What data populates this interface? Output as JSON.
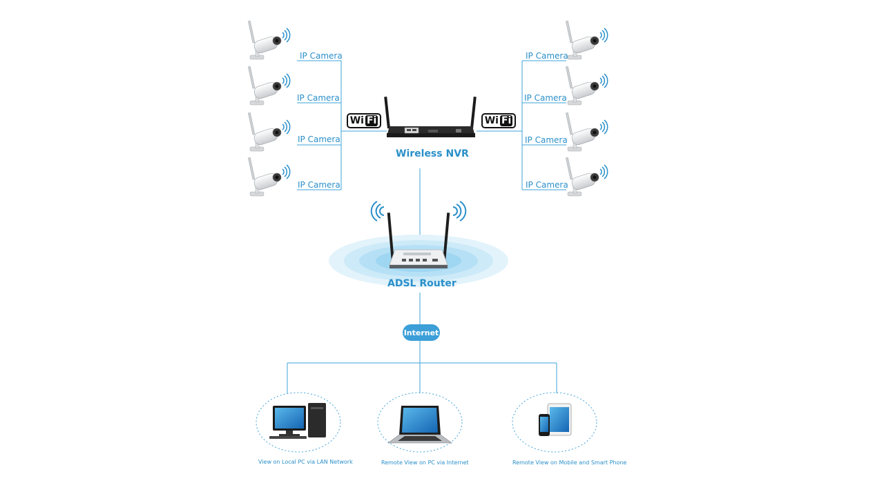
{
  "colors": {
    "accent": "#2a8fc9",
    "line": "#3ea3d9",
    "cloud": "#3c9fd8"
  },
  "cameras": {
    "left": [
      "IP Camera",
      "IP Camera",
      "IP Camera",
      "IP Camera"
    ],
    "right": [
      "IP Camera",
      "IP Camera",
      "IP Camera",
      "IP Camera"
    ]
  },
  "wifi_badge": {
    "left_text": "Wi",
    "right_text": "Fi"
  },
  "nvr": {
    "label": "Wireless NVR"
  },
  "router": {
    "label": "ADSL Router"
  },
  "internet": {
    "label": "Internet"
  },
  "views": [
    {
      "label": "View on Local PC via LAN Network",
      "device": "desktop-pc"
    },
    {
      "label": "Remote View on PC via Internet",
      "device": "laptop"
    },
    {
      "label": "Remote View on Mobile and Smart Phone",
      "device": "tablet-phone"
    }
  ]
}
